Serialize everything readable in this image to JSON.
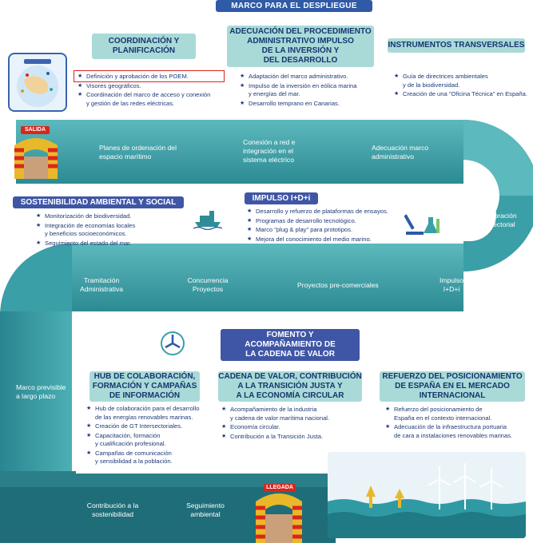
{
  "header": {
    "title": "MARCO PARA EL DESPLIEGUE"
  },
  "sections": {
    "coordinacion": {
      "title": "COORDINACIÓN Y\nPLANIFICACIÓN",
      "items": [
        "Definición y aprobación de los POEM.",
        "Visores geográficos.",
        "Coordinación del marco de acceso y conexión\ny gestión de las redes eléctricas."
      ]
    },
    "adecuacion": {
      "title": "ADECUACIÓN DEL PROCEDIMIENTO\nADMINISTRATIVO IMPULSO\nDE LA INVERSIÓN Y\nDEL DESARROLLO",
      "items": [
        "Adaptación del marco administrativo.",
        "Impulso de la inversión en eólica marina\ny energías del mar.",
        "Desarrollo temprano en Canarias."
      ]
    },
    "instrumentos": {
      "title": "INSTRUMENTOS TRANSVERSALES",
      "items": [
        "Guía de directrices ambientales\ny de la biodiversidad.",
        "Creación de una \"Oficina Técnica\" en España."
      ]
    },
    "sostenibilidad": {
      "title": "SOSTENIBILIDAD AMBIENTAL Y SOCIAL",
      "items": [
        "Monitorización de biodiversidad.",
        "Integración de economías locales\ny beneficios socioeconómicos.",
        "Seguimiento del estado del mar."
      ]
    },
    "impulso": {
      "title": "IMPULSO I+D+i",
      "items": [
        "Desarrollo y refuerzo de plataformas de ensayos.",
        "Programas de desarrollo tecnológico.",
        "Marco \"plug & play\" para prototipos.",
        "Mejora del conocimiento del medio marino."
      ]
    },
    "fomento": {
      "title": "FOMENTO Y\nACOMPAÑAMIENTO DE\nLA CADENA DE VALOR"
    },
    "hub": {
      "title": "HUB DE COLABORACIÓN,\nFORMACIÓN Y CAMPAÑAS\nDE INFORMACIÓN",
      "items": [
        "Hub de colaboración para el desarrollo\nde las energías renovables marinas.",
        "Creación de GT Intersectoriales.",
        "Capacitación, formación\ny cualificación profesional.",
        "Campañas de comunicación\ny sensibilidad a la población."
      ]
    },
    "cadena": {
      "title": "CADENA DE VALOR, CONTRIBUCIÓN\nA LA TRANSICIÓN JUSTA Y\nA LA ECONOMÍA CIRCULAR",
      "items": [
        "Acompañamiento de la industria\ny cadena de valor marítima nacional.",
        "Economía circular.",
        "Contribución a la Transición Justa."
      ]
    },
    "refuerzo": {
      "title": "REFUERZO DEL POSICIONAMIENTO\nDE ESPAÑA EN EL MERCADO\nINTERNACIONAL",
      "items": [
        "Refuerzo del posicionamiento de\nEspaña en el contexto internacional.",
        "Adecuación de la infraestructura portuaria\nde cara a instalaciones renovables marinas."
      ]
    }
  },
  "road": {
    "salida": "SALIDA",
    "llegada": "LLEGADA",
    "labels": {
      "planes": "Planes de ordenación del\nespacio marítimo",
      "conexion": "Conexión a red e\nintegración en el\nsistema eléctrico",
      "adecuacion_marco": "Adecuación marco\nadministrativo",
      "colaboracion": "Colaboración\nintersectorial",
      "tramitacion": "Tramitación\nAdministrativa",
      "concurrencia": "Concurrencia\nProyectos",
      "precomerciales": "Proyectos pre-comerciales",
      "impulso": "Impulso\nI+D+i",
      "marco_previsible": "Marco previsible\na largo plazo",
      "contribucion": "Contribución a la\nsostenibilidad",
      "seguimiento": "Seguimiento\nambiental"
    }
  },
  "colors": {
    "road": "#3a9fa6",
    "road_dark": "#1f6d78",
    "teal_box": "#a9dad8",
    "blue_box": "#3f56a6",
    "highlight": "#d9261c"
  }
}
